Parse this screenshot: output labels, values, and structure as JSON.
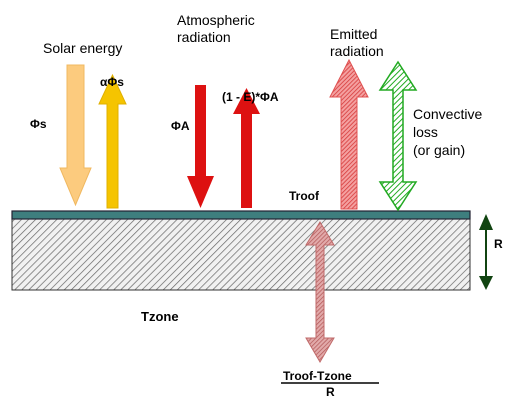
{
  "labels": {
    "solar_energy": "Solar energy",
    "atmospheric_radiation_line1": "Atmospheric",
    "atmospheric_radiation_line2": "radiation",
    "emitted_radiation_line1": "Emitted",
    "emitted_radiation_line2": "radiation",
    "convective_line1": "Convective",
    "convective_line2": "loss",
    "convective_line3": "(or gain)",
    "phi_s_incident": "Φs",
    "alpha_phi_s": "αΦs",
    "phi_a_incident": "ΦA",
    "reemitted_atm": "(1 - E)*ΦA",
    "t_roof": "Troof",
    "t_zone": "Tzone",
    "resistance": "R",
    "flux_numerator": "Troof-Tzone",
    "flux_denominator": "R"
  },
  "colors": {
    "solar_incident": "#FCCB7E",
    "solar_reflected": "#F5C400",
    "atmospheric": "#DD1111",
    "emitted": "#E24B4B",
    "convective": "#22AA22",
    "conduction": "#C46A6A",
    "roof_surface": "#3E7E7E",
    "resistance_arrow": "#114411",
    "zone_hatch": "#555555"
  }
}
